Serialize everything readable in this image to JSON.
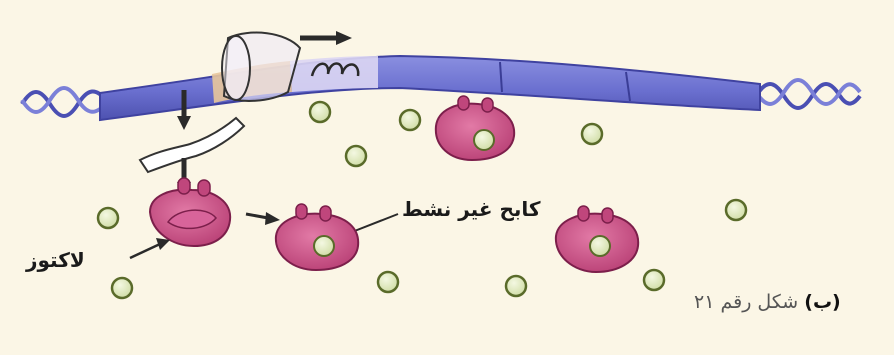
{
  "labels": {
    "inactive_repressor": "كابح غير نشط",
    "lactose": "لاكتوز"
  },
  "caption": {
    "marker": "(ب)",
    "text": "شكل رقم ٢١"
  },
  "colors": {
    "background": "#fbf6e6",
    "dna_strand": "#6f74cf",
    "dna_highlight": "#a8acea",
    "operator_region": "#e8c79b",
    "repressor": "#cf4f86",
    "lactose_molecule": "#e2ebc4",
    "arrow": "#2a2a2a"
  }
}
